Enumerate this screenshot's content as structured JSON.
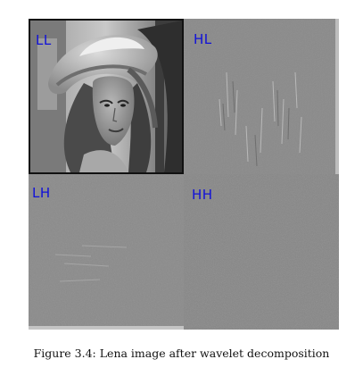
{
  "figure": {
    "caption": "Figure 3.4: Lena image after wavelet decomposition",
    "label_color": "#1010d8",
    "subbands": [
      {
        "label": "LL"
      },
      {
        "label": "HL"
      },
      {
        "label": "LH"
      },
      {
        "label": "HH"
      }
    ]
  }
}
